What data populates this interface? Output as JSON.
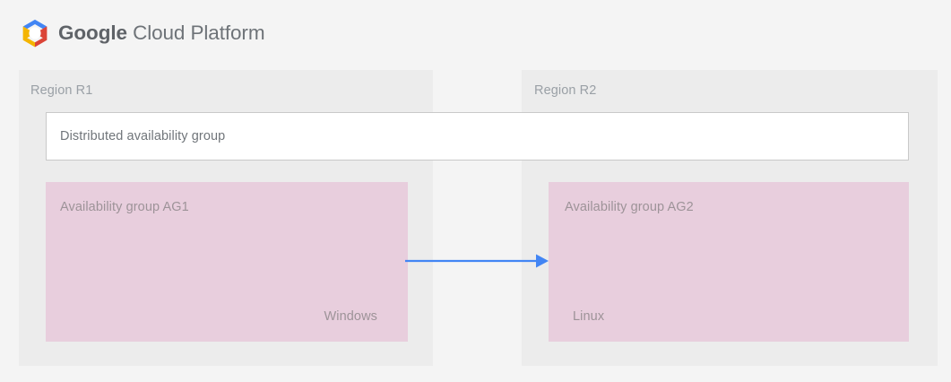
{
  "header": {
    "logo_icon": "google-cloud-platform-hexagon-logo",
    "brand_bold": "Google",
    "brand_light": "Cloud Platform"
  },
  "colors": {
    "page_background": "#f4f4f4",
    "region_panel": "#ececec",
    "availability_group_box": "#e8cedd",
    "distributed_box": "#ffffff",
    "distributed_box_border": "#c9c9c9",
    "muted_text": "#9aa0a6",
    "box_text": "#70757a",
    "pink_box_text": "#9d9398",
    "arrow": "#4285f4",
    "logo_blue": "#4285f4",
    "logo_red": "#db4437",
    "logo_yellow": "#f4b400",
    "logo_white": "#ffffff"
  },
  "diagram": {
    "regions": [
      {
        "id": "r1",
        "label": "Region R1"
      },
      {
        "id": "r2",
        "label": "Region R2"
      }
    ],
    "distributed_group": {
      "label": "Distributed availability group"
    },
    "availability_groups": [
      {
        "id": "ag1",
        "title": "Availability group AG1",
        "os_label": "Windows",
        "region": "Region R1"
      },
      {
        "id": "ag2",
        "title": "Availability group AG2",
        "os_label": "Linux",
        "region": "Region R2"
      }
    ],
    "connector": {
      "name": "replication-arrow",
      "direction": "ag1-to-ag2",
      "color": "#4285f4"
    }
  }
}
